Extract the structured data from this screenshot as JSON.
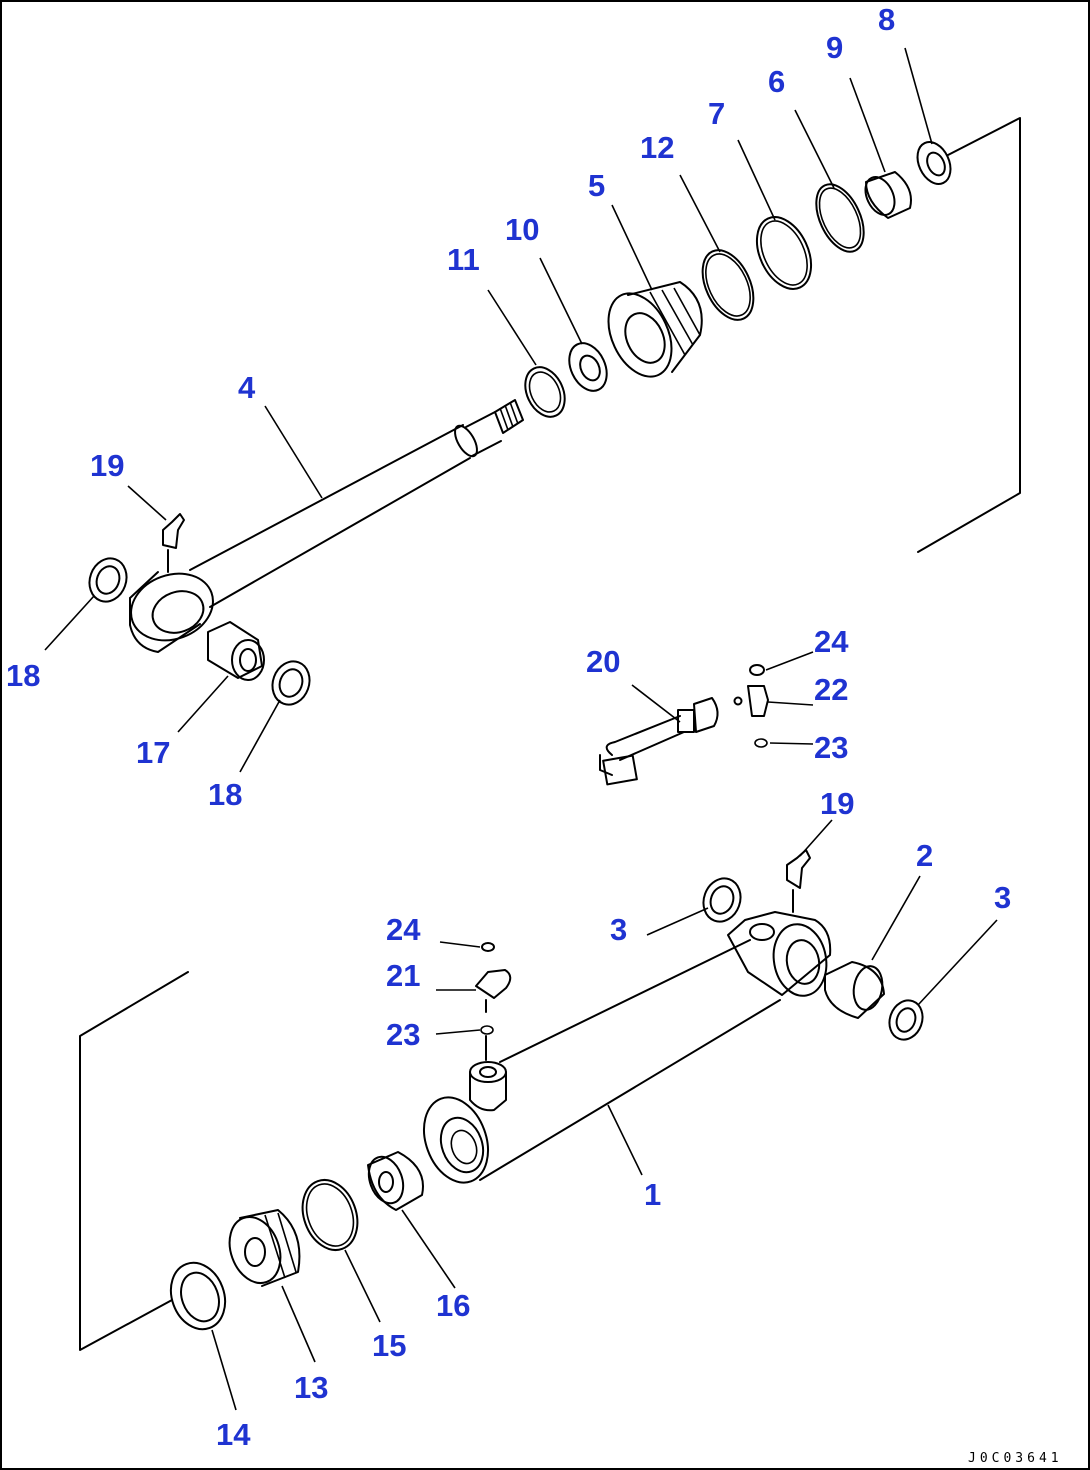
{
  "figure": {
    "drawing_code": "J0C03641",
    "callouts": [
      {
        "id": "c8",
        "text": "8"
      },
      {
        "id": "c9",
        "text": "9"
      },
      {
        "id": "c6",
        "text": "6"
      },
      {
        "id": "c7",
        "text": "7"
      },
      {
        "id": "c12",
        "text": "12"
      },
      {
        "id": "c5",
        "text": "5"
      },
      {
        "id": "c10",
        "text": "10"
      },
      {
        "id": "c11",
        "text": "11"
      },
      {
        "id": "c4",
        "text": "4"
      },
      {
        "id": "c19a",
        "text": "19"
      },
      {
        "id": "c18a",
        "text": "18"
      },
      {
        "id": "c17",
        "text": "17"
      },
      {
        "id": "c18b",
        "text": "18"
      },
      {
        "id": "c20",
        "text": "20"
      },
      {
        "id": "c24a",
        "text": "24"
      },
      {
        "id": "c22",
        "text": "22"
      },
      {
        "id": "c23a",
        "text": "23"
      },
      {
        "id": "c19b",
        "text": "19"
      },
      {
        "id": "c2",
        "text": "2"
      },
      {
        "id": "c3a",
        "text": "3"
      },
      {
        "id": "c3b",
        "text": "3"
      },
      {
        "id": "c24b",
        "text": "24"
      },
      {
        "id": "c21",
        "text": "21"
      },
      {
        "id": "c23b",
        "text": "23"
      },
      {
        "id": "c1",
        "text": "1"
      },
      {
        "id": "c16",
        "text": "16"
      },
      {
        "id": "c15",
        "text": "15"
      },
      {
        "id": "c13",
        "text": "13"
      },
      {
        "id": "c14",
        "text": "14"
      }
    ]
  }
}
